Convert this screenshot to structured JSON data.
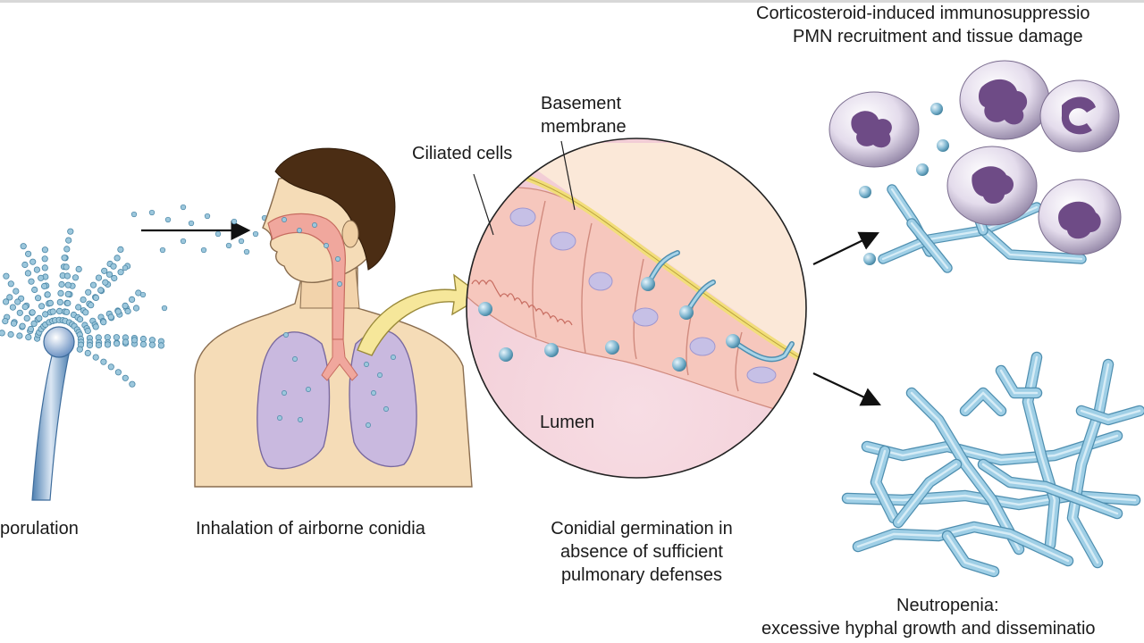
{
  "panels": {
    "sporulation": {
      "caption": "porulation"
    },
    "inhalation": {
      "caption": "Inhalation of airborne conidia"
    },
    "germination": {
      "caption_lines": [
        "Conidial germination in",
        "absence of sufficient",
        "pulmonary defenses"
      ],
      "callouts": {
        "basement_membrane": [
          "Basement",
          "membrane"
        ],
        "ciliated_cells": "Ciliated cells",
        "lumen": "Lumen"
      }
    },
    "corticosteroid": {
      "caption_lines": [
        "Corticosteroid-induced immunosuppressio",
        "PMN recruitment and tissue damage"
      ]
    },
    "neutropenia": {
      "caption_lines": [
        "Neutropenia:",
        "excessive hyphal growth and disseminatio"
      ]
    }
  },
  "colors": {
    "conidia": "#7fb6d0",
    "hyphae": "#8fc3dc",
    "skin": "#f5dcb7",
    "lung": "#c9b9df",
    "airway": "#f0a79d",
    "membrane": "#f2de7a",
    "callout_arrow": "#f6e79a",
    "nucleus": "#6e4b86"
  }
}
